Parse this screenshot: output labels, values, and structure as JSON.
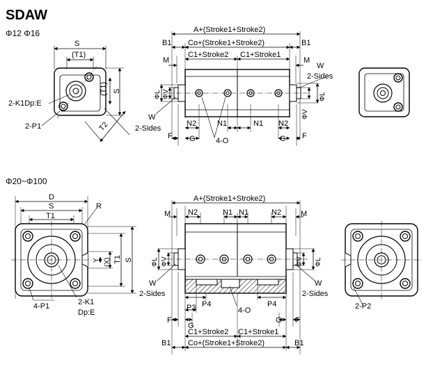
{
  "title": "SDAW",
  "section1": {
    "heading": "Φ12  Φ16",
    "front": {
      "S": "S",
      "T1": "(T1)",
      "T1v": "(T1)",
      "Sv": "S",
      "T2": "T2",
      "K1": "2-K1Dp:E",
      "P1": "2-P1"
    },
    "side": {
      "A": "A+(Stroke1+Stroke2)",
      "Co": "Co+(Stroke1+Stroke2)",
      "C1s2": "C1+Stroke2",
      "C1s1": "C1+Stroke1",
      "B1L": "B1",
      "B1R": "B1",
      "ML": "M",
      "MR": "M",
      "WR": "W",
      "sidesR": "2-Sides",
      "WL": "W",
      "sidesL": "2-Sides",
      "PhiL": "ΦL",
      "PhiV": "ΦV",
      "PhiVR": "ΦV",
      "PhiLR": "ΦL",
      "N2L": "N2",
      "N1a": "N1",
      "N1b": "N1",
      "N2R": "N2",
      "FL": "F",
      "GL": "G",
      "O": "4-O",
      "GR": "G",
      "FR": "F"
    }
  },
  "section2": {
    "heading": "Φ20~Φ100",
    "front": {
      "D": "D",
      "R": "R",
      "S": "S",
      "T1": "T1",
      "Y": "Y",
      "X": "(X)",
      "Sv": "S",
      "T1v": "T1",
      "P1": "4-P1",
      "K1": "2-K1",
      "Dp": "Dp:E"
    },
    "side": {
      "A": "A+(Stroke1+Stroke2)",
      "ML": "M",
      "MR": "M",
      "N2L": "N2",
      "N1a": "N1",
      "N1b": "N1",
      "N2R": "N2",
      "PhiL": "ΦL",
      "PhiV": "ΦV",
      "PhiVR": "ΦV",
      "PhiLR": "ΦL",
      "WL": "W",
      "sidesL": "2-Sides",
      "WR": "W",
      "sidesR": "2-Sides",
      "P4a": "P4",
      "P3": "P3",
      "O": "4-O",
      "P4b": "P4",
      "FL": "F",
      "GL": "G",
      "GR": "G",
      "FR": "F",
      "C1s2": "C1+Stroke2",
      "C1s1": "C1+Stroke1",
      "B1L": "B1",
      "Co": "Co+(Stroke1+Stroke2)",
      "B1R": "B1"
    },
    "rear": {
      "P2": "2-P2"
    }
  }
}
